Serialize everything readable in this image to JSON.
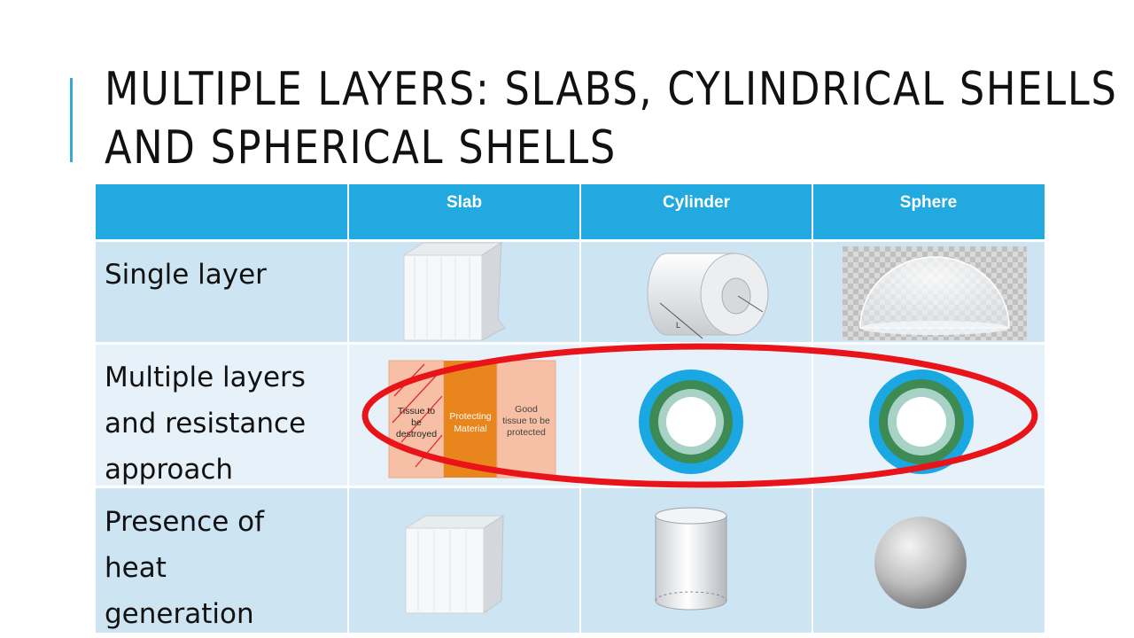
{
  "slide": {
    "title_line1": "MULTIPLE LAYERS: SLABS, CYLINDRICAL SHELLS",
    "title_line2": "AND SPHERICAL SHELLS"
  },
  "table": {
    "headers": [
      "",
      "Slab",
      "Cylinder",
      "Sphere"
    ],
    "rows": [
      {
        "label_lines": [
          "Single layer"
        ]
      },
      {
        "label_lines": [
          "Multiple layers",
          "and resistance",
          "approach"
        ]
      },
      {
        "label_lines": [
          "Presence of",
          "heat",
          "generation"
        ]
      }
    ]
  },
  "slab_diagram": {
    "left_label": [
      "Tissue to",
      "be",
      "destroyed"
    ],
    "middle_label": [
      "Protecting",
      "Material"
    ],
    "right_label": [
      "Good",
      "tissue to be",
      "protected"
    ]
  },
  "cylinder_dimension_label": "L",
  "colors": {
    "header_blue": "#22a9e0",
    "row_light_blue": "#cde4f3",
    "highlight_red": "#e8141a",
    "outer_ring": "#1aa7e2",
    "middle_ring": "#3e8a55",
    "inner_ring": "#a9d2c7",
    "slab_pink": "#f7c0a6",
    "slab_orange": "#e8861d"
  }
}
